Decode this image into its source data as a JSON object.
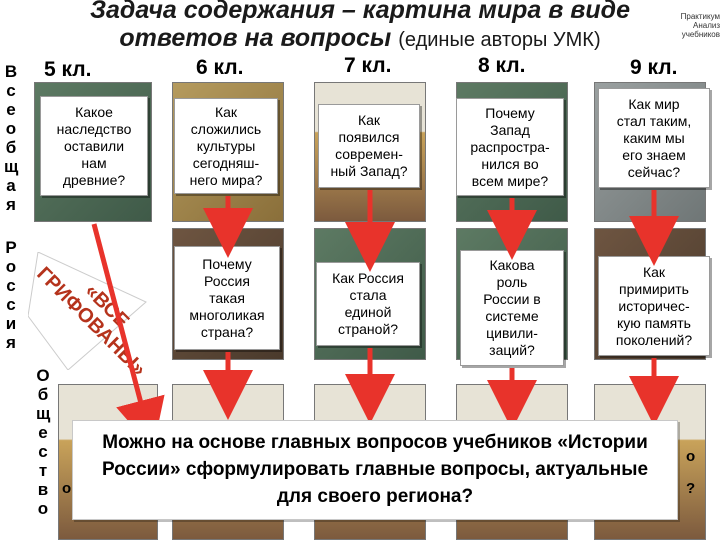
{
  "title": {
    "line1": "Задача содержания – картина мира в виде",
    "line2_main": "ответов на вопросы",
    "line2_small": "(единые авторы УМК)"
  },
  "corner_note": [
    "Практикум",
    "Анализ",
    "учебников"
  ],
  "grades": [
    "5 кл.",
    "6 кл.",
    "7 кл.",
    "8 кл.",
    "9 кл."
  ],
  "left_vertical": {
    "world": [
      "В",
      "с",
      "е",
      "о",
      "б",
      "щ",
      "а",
      "я"
    ],
    "russia": [
      "Р",
      "о",
      "с",
      "с",
      "и",
      "я"
    ],
    "society": [
      "О",
      "б",
      "щ",
      "е",
      "с",
      "т",
      "в",
      "о"
    ]
  },
  "griffin_label": "«ВСЕ ГРИФОВАНЫ»",
  "row1_questions": [
    [
      "Какое",
      "наследство",
      "оставили",
      "нам",
      "древние?"
    ],
    [
      "Как",
      "сложились",
      "культуры",
      "сегодняш-",
      "него мира?"
    ],
    [
      "Как",
      "появился",
      "современ-",
      "ный Запад?"
    ],
    [
      "Почему",
      "Запад",
      "распростра-",
      "нился во",
      "всем мире?"
    ],
    [
      "Как мир",
      "стал таким,",
      "каким мы",
      "его знаем",
      "сейчас?"
    ]
  ],
  "row2_questions": [
    [
      "Почему",
      "Россия",
      "такая",
      "многоликая",
      "страна?"
    ],
    [
      "Как Россия",
      "стала",
      "единой",
      "страной?"
    ],
    [
      "Какова",
      "роль",
      "России в",
      "системе",
      "цивили-",
      "заций?"
    ],
    [
      "Как",
      "примирить",
      "историчес-",
      "кую память",
      "поколений?"
    ]
  ],
  "bottom_text": "Можно на основе главных вопросов учебников «Истории России» сформулировать главные вопросы, актуальные для своего региона?",
  "fragments": {
    "left": "о",
    "right_top": "о",
    "right_bottom": "?"
  },
  "colors": {
    "arrow": "#e8332b",
    "griffin_text": "#b5331c",
    "card_border": "#9a9a9a"
  }
}
